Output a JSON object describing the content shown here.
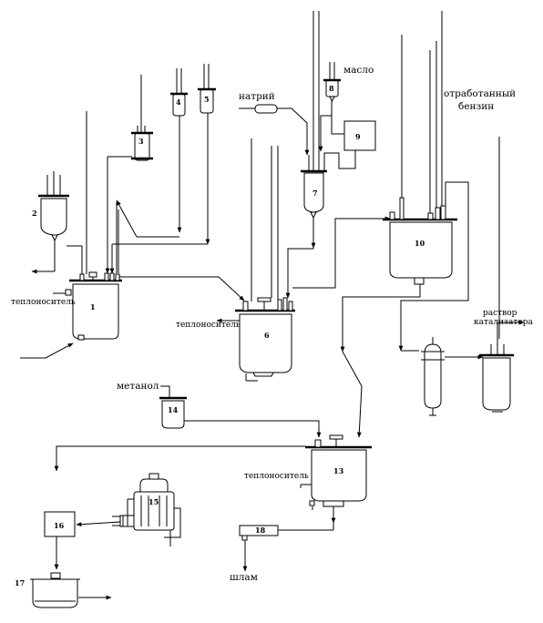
{
  "labels": {
    "oil": "масло",
    "sodium": "натрий",
    "spent_gasoline_1": "отработанный",
    "spent_gasoline_2": "бензин",
    "heat_carrier_1": "теплоноситель",
    "heat_carrier_6": "теплоноситель",
    "heat_carrier_13": "теплоноситель",
    "catalyst_solution_1": "раствор",
    "catalyst_solution_2": "катализатора",
    "methanol": "метанол",
    "sludge": "шлам"
  },
  "units": {
    "u1": "1",
    "u2": "2",
    "u3": "3",
    "u4": "4",
    "u5": "5",
    "u6": "6",
    "u7": "7",
    "u8": "8",
    "u9": "9",
    "u10": "10",
    "u13": "13",
    "u14": "14",
    "u15": "15",
    "u16": "16",
    "u17": "17",
    "u18": "18"
  }
}
